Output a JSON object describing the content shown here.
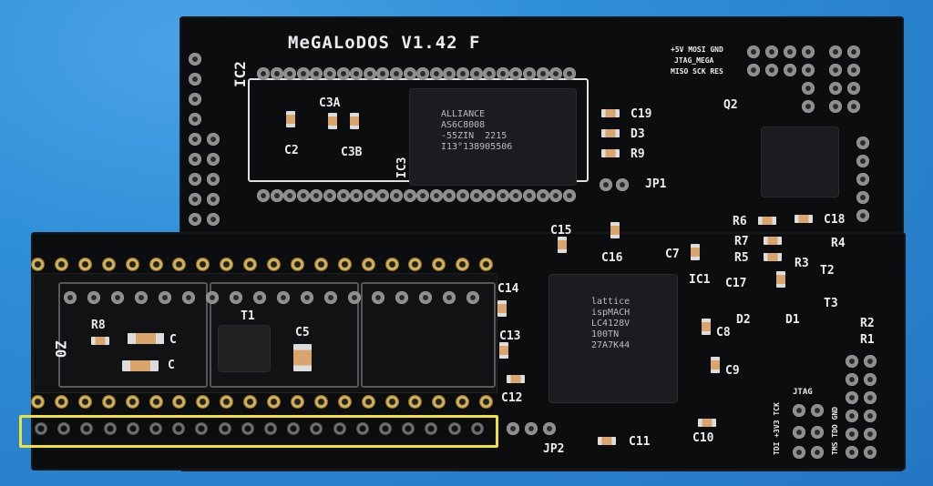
{
  "board": {
    "title": "MeGALoDOS V1.42 F",
    "ic2": "IC2",
    "ic3": "IC3",
    "ic1": "IC1",
    "jtag_hdr": "+5V MOSI GND",
    "jtag_hdr2": "JTAG_MEGA",
    "jtag_hdr3": "MISO SCK RES",
    "alliance_chip": "ALLIANCE\nAS6C8008\n-55ZIN  2215\nI13°138905506",
    "lattice_chip": "lattice\nispMACH\nLC4128V\n100TN\n27A7K44"
  },
  "labels": {
    "c2": "C2",
    "c3a": "C3A",
    "c3b": "C3B",
    "c19": "C19",
    "d3": "D3",
    "r9": "R9",
    "jp1": "JP1",
    "q2": "Q2",
    "c15": "C15",
    "c16": "C16",
    "c7": "C7",
    "r6": "R6",
    "r7": "R7",
    "r5": "R5",
    "c18": "C18",
    "r4": "R4",
    "r3": "R3",
    "t2": "T2",
    "c17": "C17",
    "d2": "D2",
    "d1": "D1",
    "t3": "T3",
    "r2": "R2",
    "r1": "R1",
    "c8": "C8",
    "c9": "C9",
    "c14": "C14",
    "c13": "C13",
    "c12": "C12",
    "c11": "C11",
    "c10": "C10",
    "jp2": "JP2",
    "jtag": "JTAG",
    "jtag_left": "TDI +3V3 TCK",
    "jtag_right": "TMS TDO GND",
    "r8": "R8",
    "t1": "T1",
    "c5": "C5",
    "c_a": "C",
    "c_b": "C",
    "z": "Z0"
  },
  "colors": {
    "mat": "#2c8bd4",
    "pcb": "#0c0d0f",
    "silk": "#e9ecef",
    "highlight": "#f2e13c"
  }
}
